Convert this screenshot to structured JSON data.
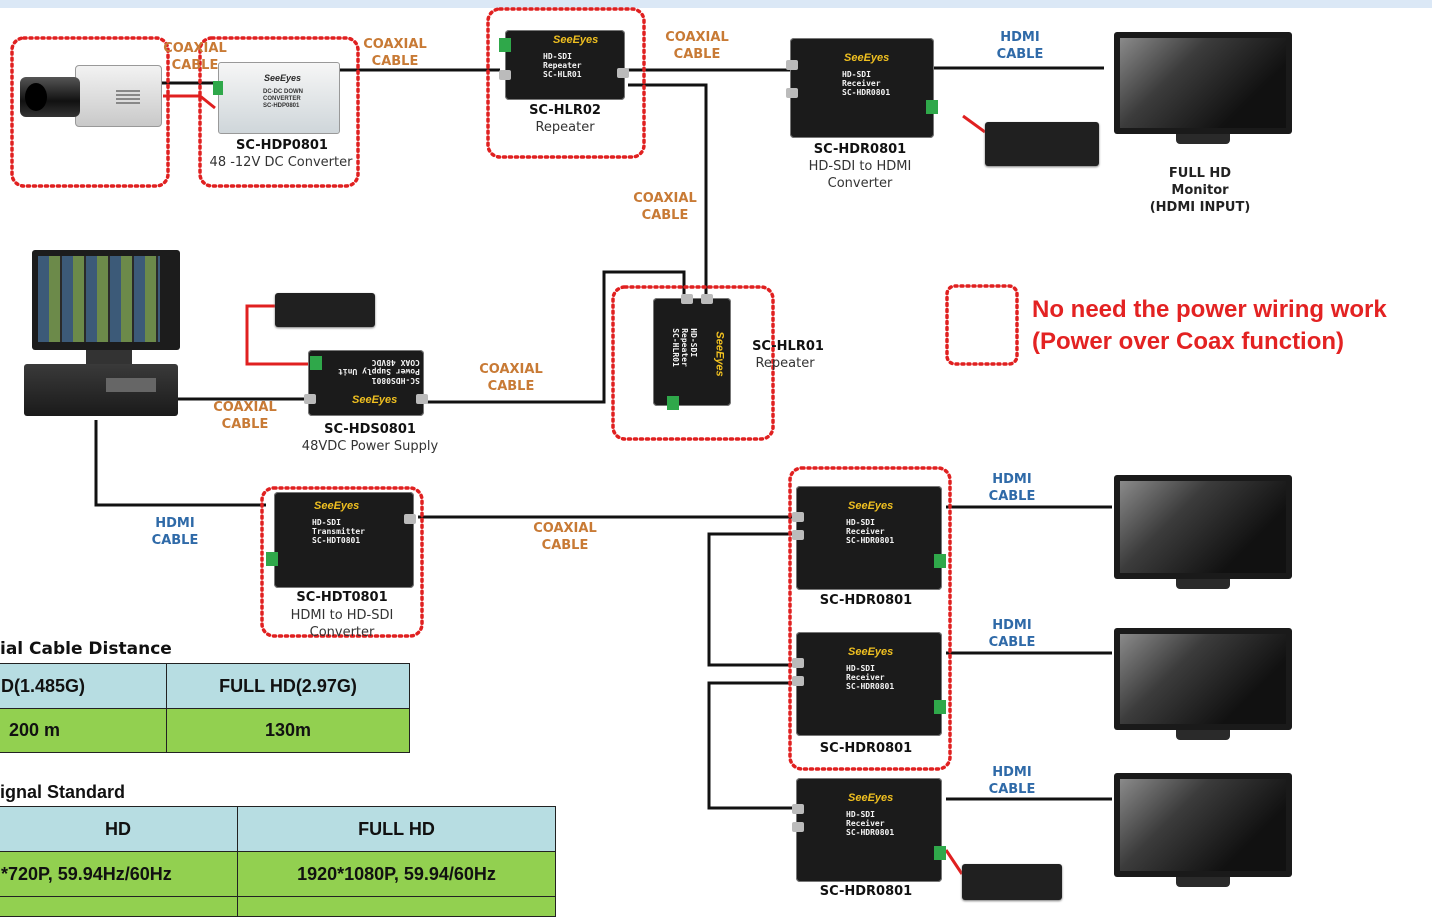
{
  "labels": {
    "coax_a": "COAXIAL\nCABLE",
    "coax_b": "COAXIAL\nCABLE",
    "coax_c": "COAXIAL\nCABLE",
    "coax_d": "COAXIAL\nCABLE",
    "coax_e": "COAXIAL\nCABLE",
    "coax_f": "COAXIAL\nCABLE",
    "coax_g": "COAXIAL\nCABLE",
    "hdmi_top": "HDMI\nCABLE",
    "hdmi_dvr": "HDMI\nCABLE",
    "hdmi_r1": "HDMI\nCABLE",
    "hdmi_r2": "HDMI\nCABLE",
    "hdmi_r3": "HDMI\nCABLE"
  },
  "devices": {
    "hdp": {
      "model": "SC-HDP0801",
      "desc": "48 -12V DC Converter",
      "brand": "SeeEyes",
      "text": "DC-DC DOWN\nCONVERTER\nSC-HDP0801"
    },
    "hlr02": {
      "model": "SC-HLR02",
      "desc": "Repeater",
      "brand": "SeeEyes",
      "text": "HD-SDI\nRepeater\nSC-HLR01"
    },
    "hdr_top": {
      "model": "SC-HDR0801",
      "desc": "HD-SDI to HDMI\nConverter",
      "brand": "SeeEyes",
      "text": "HD-SDI\nReceiver\nSC-HDR0801"
    },
    "hlr01": {
      "model": "SC-HLR01",
      "desc": "Repeater",
      "brand": "SeeEyes",
      "text": "HD-SDI\nRepeater\nSC-HLR01"
    },
    "hds": {
      "model": "SC-HDS0801",
      "desc": "48VDC Power Supply",
      "brand": "SeeEyes",
      "text": "SC-HDS0801\nPower Supply Unit\nCOAX 48VDC"
    },
    "hdt": {
      "model": "SC-HDT0801",
      "desc": "HDMI to HD-SDI\nConverter",
      "brand": "SeeEyes",
      "text": "HD-SDI\nTransmitter\nSC-HDT0801"
    },
    "hdr_1": {
      "model": "SC-HDR0801",
      "brand": "SeeEyes",
      "text": "HD-SDI\nReceiver\nSC-HDR0801"
    },
    "hdr_2": {
      "model": "SC-HDR0801",
      "brand": "SeeEyes",
      "text": "HD-SDI\nReceiver\nSC-HDR0801"
    },
    "hdr_3": {
      "model": "SC-HDR0801",
      "brand": "SeeEyes",
      "text": "HD-SDI\nReceiver\nSC-HDR0801"
    }
  },
  "monitor_label": "FULL HD\nMonitor\n(HDMI INPUT)",
  "power_note": {
    "line1": "No need the power wiring work",
    "line2": "(Power over Coax function)"
  },
  "distance_table": {
    "title": "ial Cable Distance",
    "headers": [
      "D(1.485G)",
      "FULL HD(2.97G)"
    ],
    "values": [
      "200 m",
      "130m"
    ]
  },
  "signal_table": {
    "title": "ignal Standard",
    "headers": [
      "HD",
      "FULL HD"
    ],
    "values": [
      "*720P, 59.94Hz/60Hz",
      "1920*1080P, 59.94/60Hz"
    ],
    "values2": [
      "",
      ""
    ]
  },
  "colors": {
    "coax_label": "#c87a35",
    "hdmi_label": "#2f6aa8",
    "dashed_box": "#e02020",
    "power_note": "#e32222",
    "table_header": "#b7dde2",
    "table_value": "#92d050"
  }
}
